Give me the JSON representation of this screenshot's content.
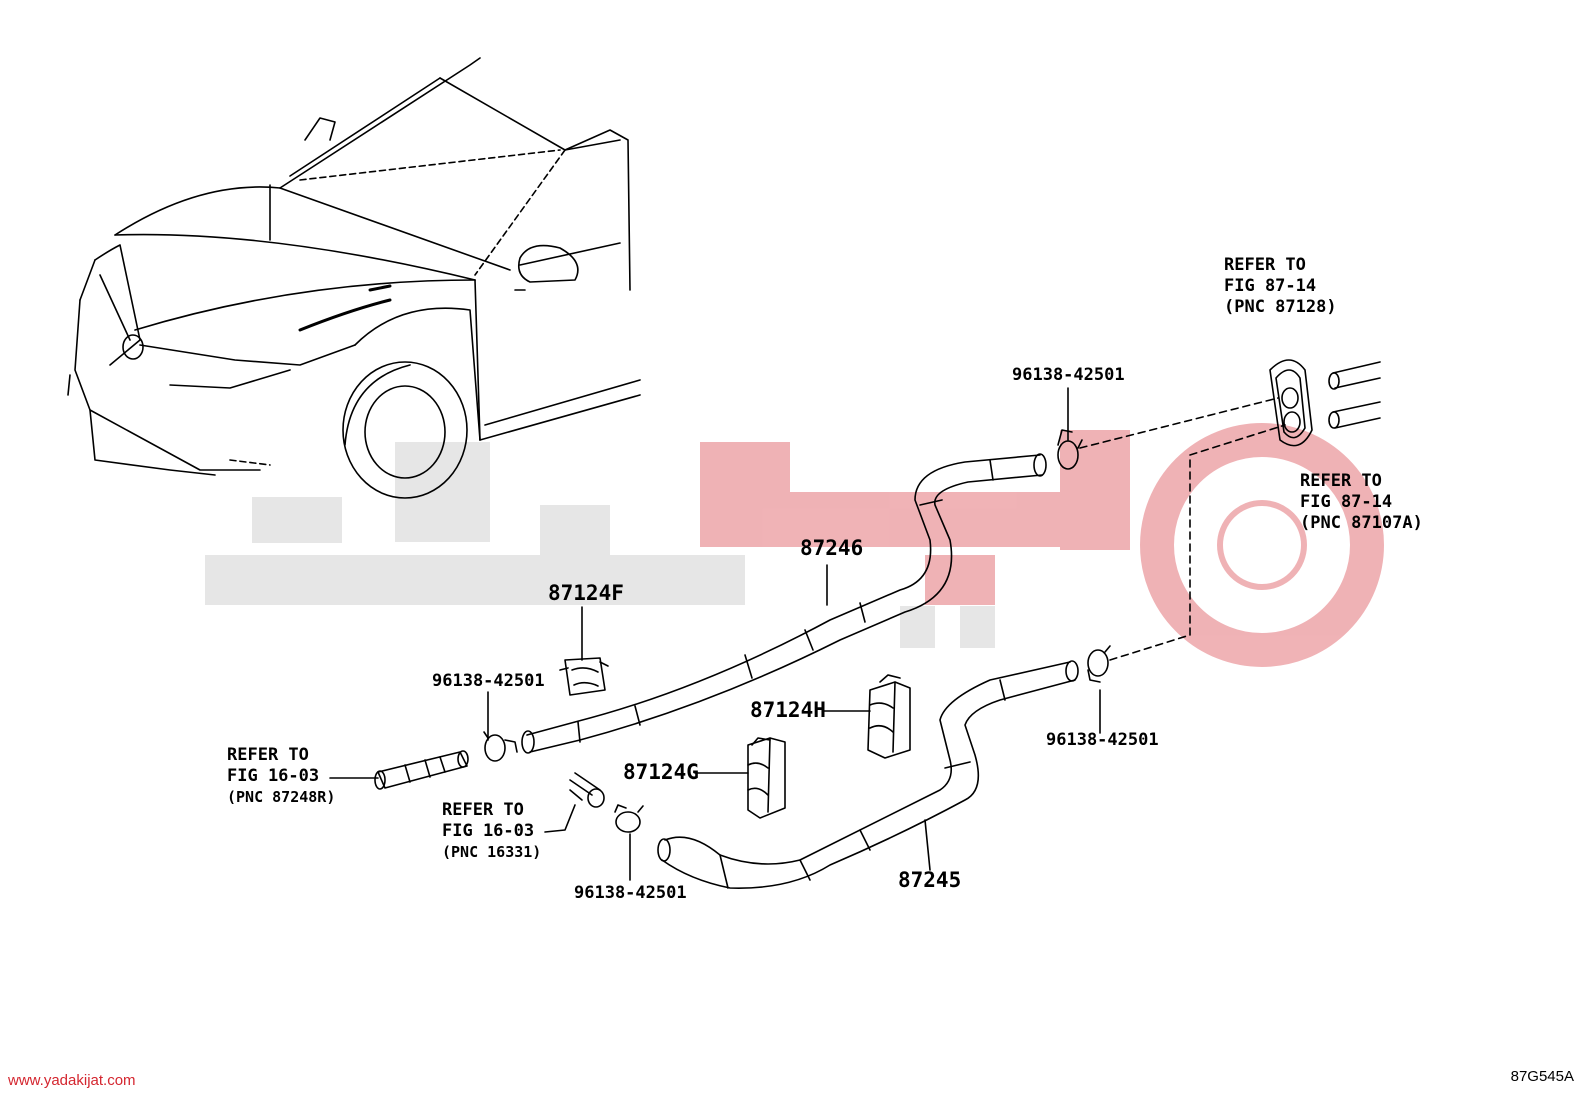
{
  "diagram": {
    "part_labels": {
      "hose_upper": "87246",
      "hose_lower": "87245",
      "clamp_f": "87124F",
      "clamp_h": "87124H",
      "clamp_g": "87124G",
      "clip_top": "96138-42501",
      "clip_right": "96138-42501",
      "clip_left": "96138-42501",
      "clip_bottom": "96138-42501"
    },
    "references": {
      "grommet": {
        "line1": "REFER TO",
        "line2": "FIG 87-14",
        "line3": "(PNC 87128)"
      },
      "heater_pipe": {
        "line1": "REFER TO",
        "line2": "FIG 87-14",
        "line3": "(PNC 87107A)"
      },
      "joint_left": {
        "line1": "REFER TO",
        "line2": "FIG 16-03",
        "line3": "(PNC 87248R)"
      },
      "joint_engine": {
        "line1": "REFER TO",
        "line2": "FIG 16-03",
        "line3": "(PNC 16331)"
      }
    },
    "figure_code": "87G545A"
  },
  "watermark": {
    "url": "www.yadakijat.com",
    "color_red": "#d4262f",
    "color_gray": "#b8b8b8"
  },
  "colors": {
    "line": "#000000",
    "background": "#ffffff"
  }
}
